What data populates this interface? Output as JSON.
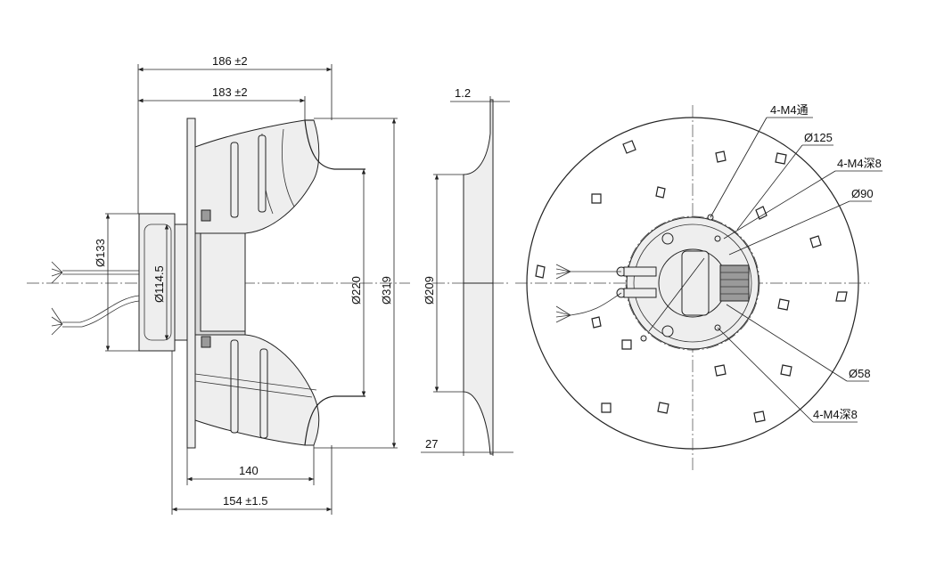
{
  "side_view": {
    "dim_overall_186": "186 ±2",
    "dim_183": "183 ±2",
    "dim_140": "140",
    "dim_154": "154 ±1.5",
    "dia_133": "Ø133",
    "dia_114_5": "Ø114.5",
    "dia_220": "Ø220",
    "dia_319": "Ø319"
  },
  "ring_view": {
    "dim_thickness": "1.2",
    "dia_209": "Ø209",
    "dim_depth": "27"
  },
  "front_view": {
    "callout_m4_through": "4-M4通",
    "callout_125": "Ø125",
    "callout_m4_depth_top": "4-M4深8",
    "callout_90": "Ø90",
    "callout_58": "Ø58",
    "callout_m4_depth_bottom": "4-M4深8"
  }
}
